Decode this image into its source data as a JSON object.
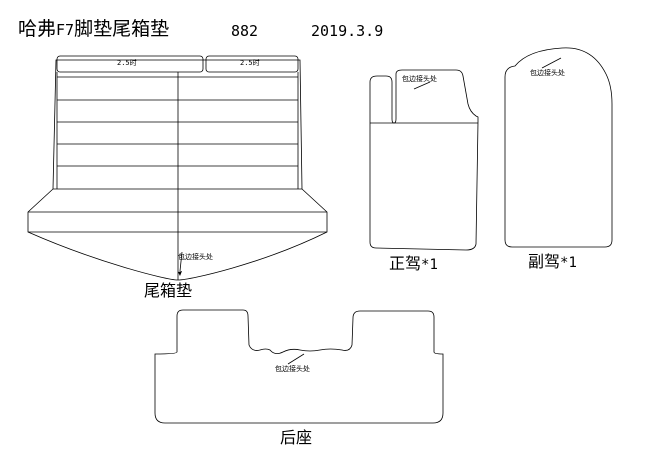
{
  "header": {
    "title_prefix": "哈弗",
    "title_model": "F7",
    "title_suffix": "脚垫尾箱垫",
    "code": "882",
    "date": "2019.3.9"
  },
  "trunk": {
    "label": "尾箱垫",
    "seam_note": "包边接头处",
    "thickness_left": "2.5时",
    "thickness_right": "2.5时"
  },
  "driver": {
    "label": "正驾",
    "qty": "*1",
    "seam_note": "包边接头处"
  },
  "passenger": {
    "label": "副驾",
    "qty": "*1",
    "seam_note": "包边接头处"
  },
  "rear": {
    "label": "后座",
    "seam_note": "包边接头处"
  },
  "colors": {
    "line": "#000000",
    "background": "#ffffff"
  }
}
